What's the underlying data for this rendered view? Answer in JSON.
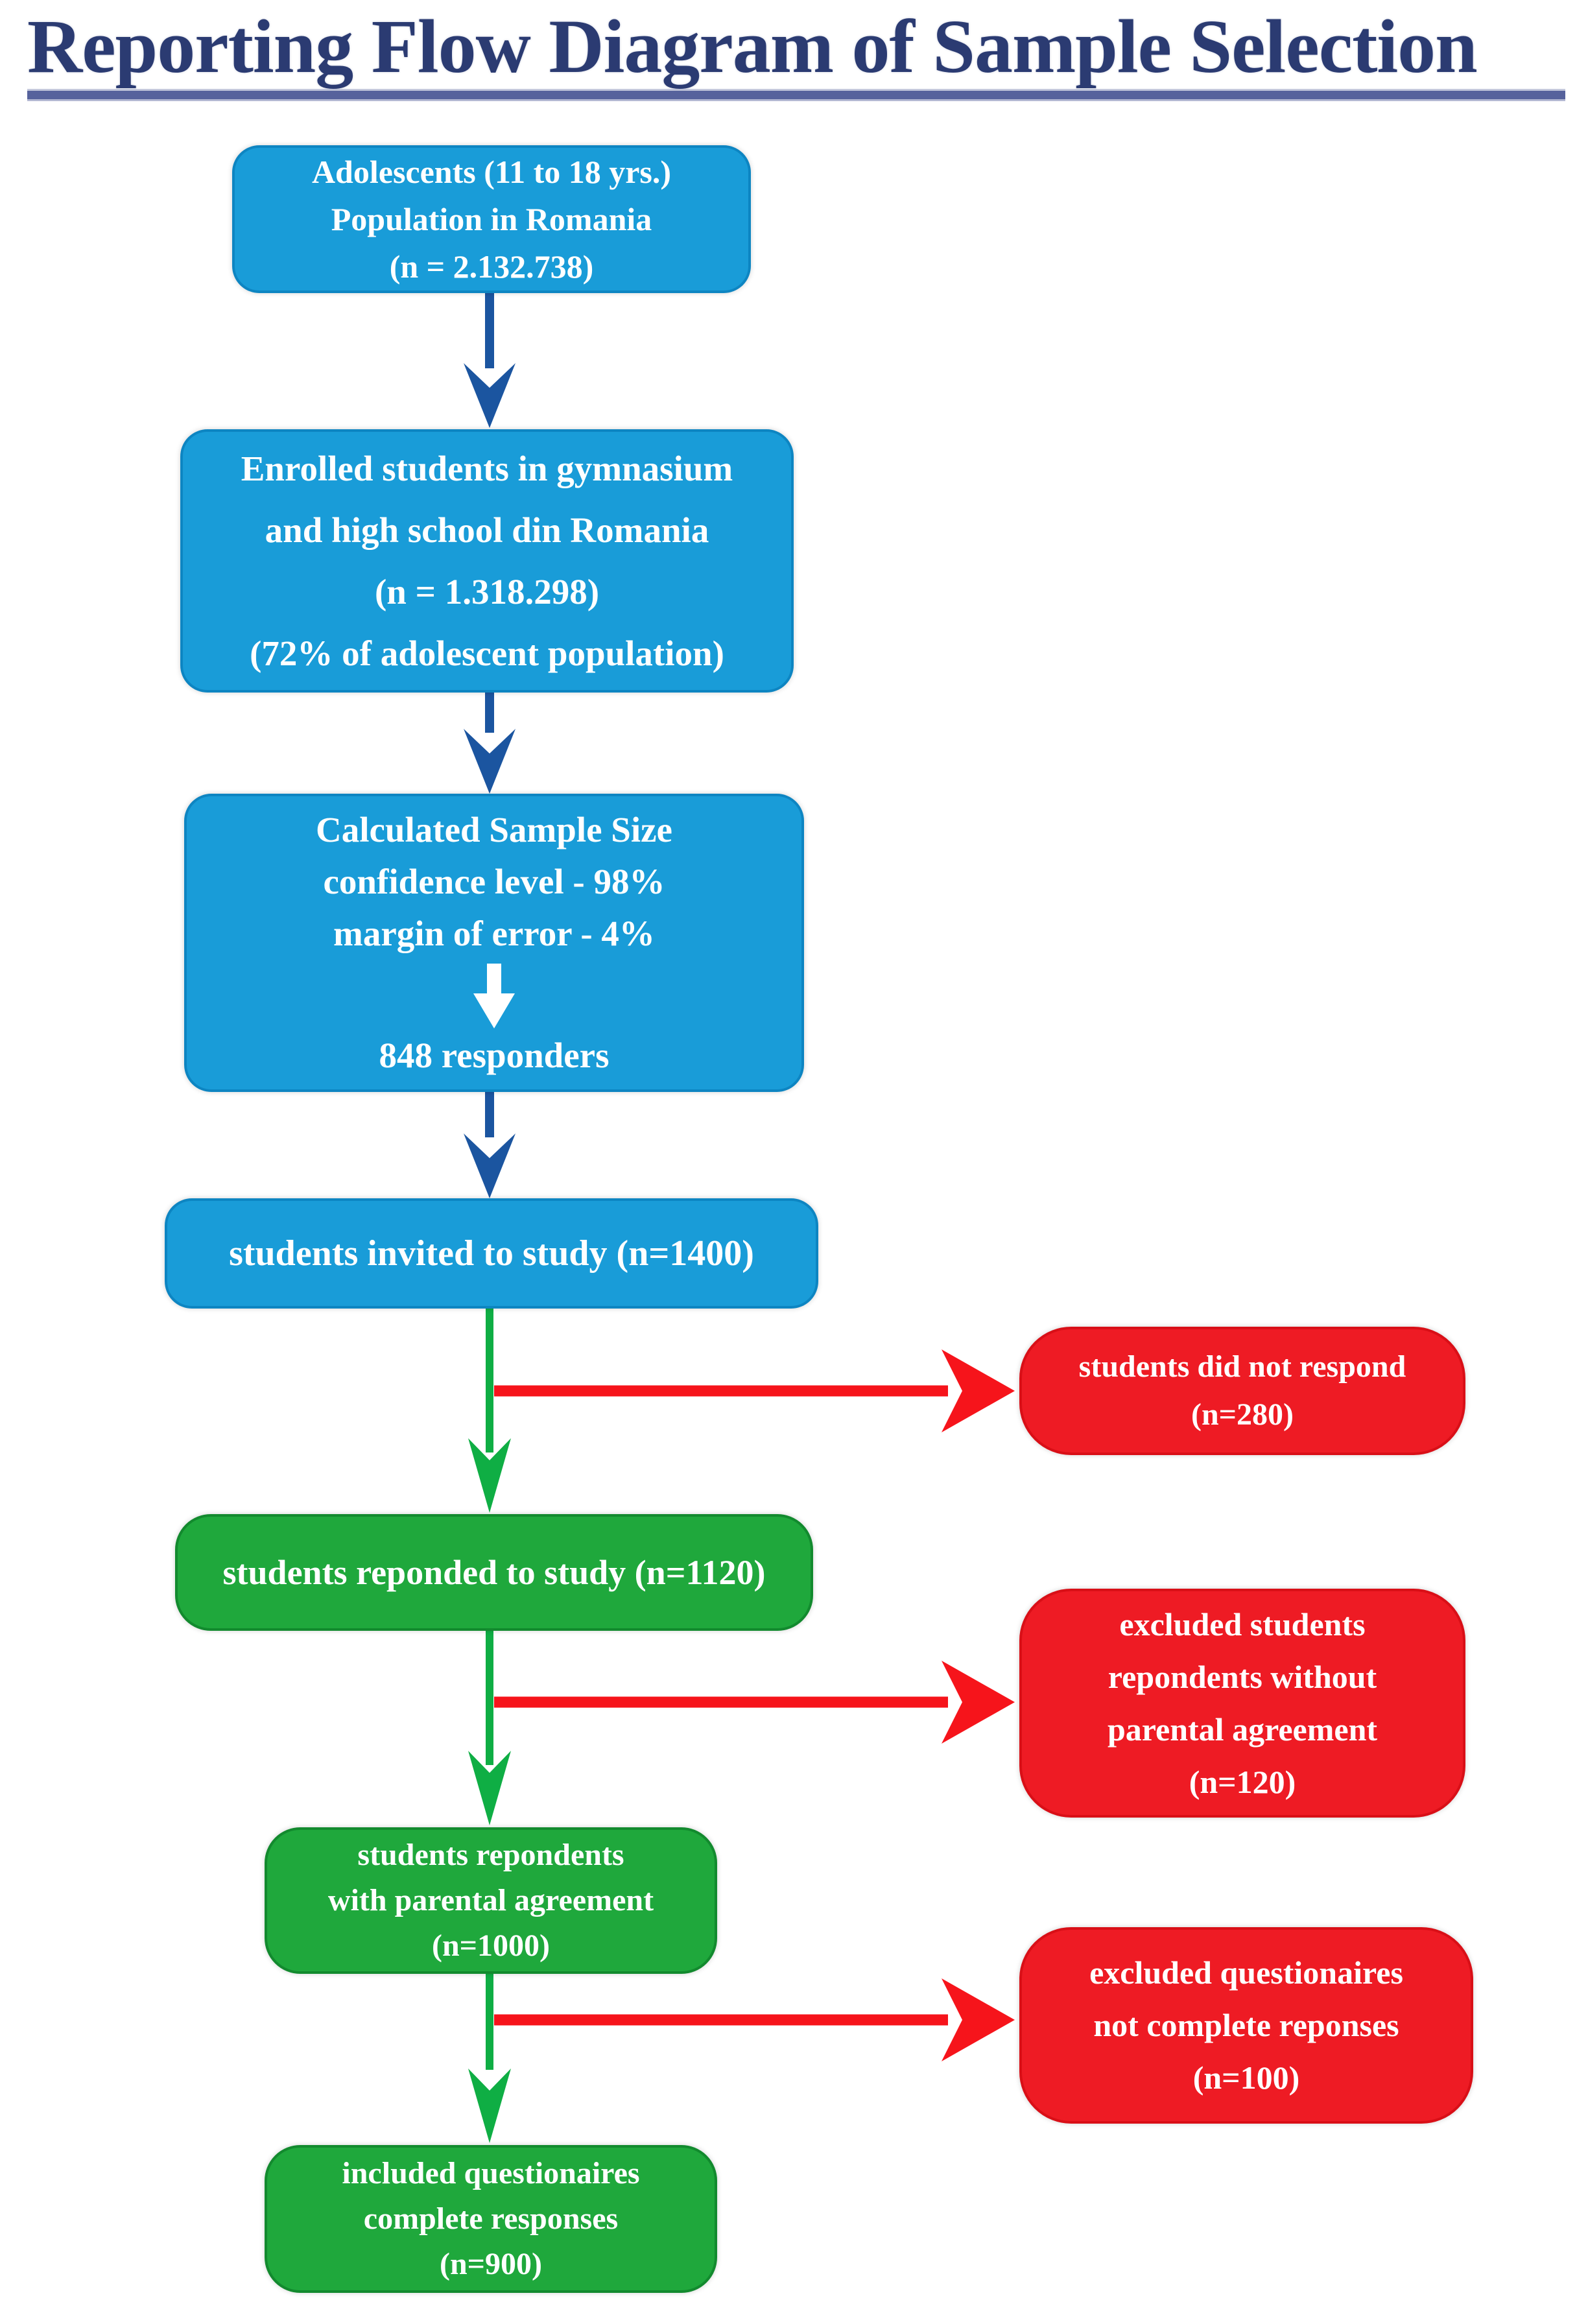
{
  "title": "Reporting Flow Diagram of Sample Selection",
  "colors": {
    "blue_box": "#199cd8",
    "green_box": "#1fa83c",
    "red_box": "#ee1b24",
    "blue_arrow": "#1b55a0",
    "green_arrow": "#0fae44",
    "red_arrow": "#f6141b",
    "title_text": "#2b3b72",
    "title_underline": "#56629c",
    "box_text": "#ffffff"
  },
  "boxes": {
    "adolescents": {
      "lines": [
        "Adolescents (11 to 18 yrs.)",
        "Population in Romania",
        "(n = 2.132.738)"
      ]
    },
    "enrolled": {
      "lines": [
        "Enrolled students in gymnasium",
        "and high school din Romania",
        "(n = 1.318.298)",
        "(72% of adolescent population)"
      ]
    },
    "sample_size": {
      "lines": [
        "Calculated Sample Size",
        "confidence level - 98%",
        "margin of error - 4%"
      ],
      "result": "848 responders"
    },
    "invited": {
      "lines": [
        "students invited to study (n=1400)"
      ]
    },
    "responded": {
      "lines": [
        "students reponded to study (n=1120)"
      ]
    },
    "parental": {
      "lines": [
        "students repondents",
        "with parental agreement",
        "(n=1000)"
      ]
    },
    "included": {
      "lines": [
        "included questionaires",
        "complete responses",
        "(n=900)"
      ]
    },
    "not_respond": {
      "lines": [
        "students did not respond",
        "(n=280)"
      ]
    },
    "no_parental": {
      "lines": [
        "excluded students",
        "repondents without",
        "parental agreement",
        "(n=120)"
      ]
    },
    "incomplete": {
      "lines": [
        "excluded questionaires",
        "not complete reponses",
        "(n=100)"
      ]
    }
  }
}
